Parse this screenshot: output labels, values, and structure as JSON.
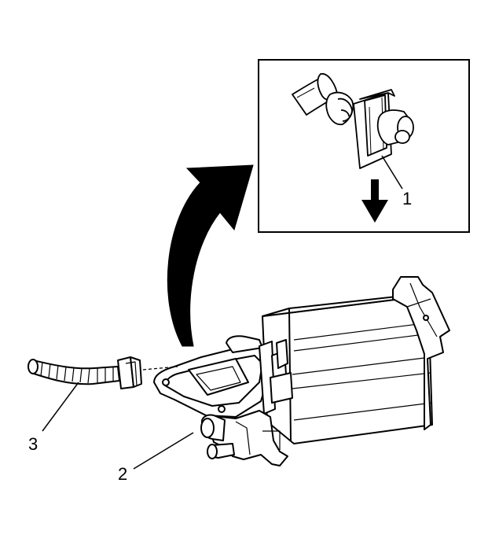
{
  "callouts": [
    {
      "id": "1",
      "label": "1"
    },
    {
      "id": "2",
      "label": "2"
    },
    {
      "id": "3",
      "label": "3"
    }
  ],
  "colors": {
    "line": "#000000",
    "fill": "#ffffff"
  }
}
